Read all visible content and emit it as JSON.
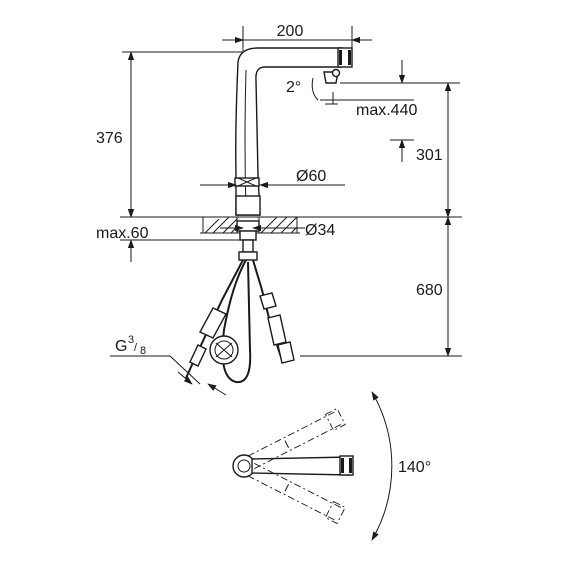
{
  "dimensions": {
    "reach": "200",
    "spout_angle": "2°",
    "max_pull_out": "max.440",
    "total_height": "376",
    "outlet_height": "301",
    "base_diameter": "Ø60",
    "max_deck_thickness": "max.60",
    "hole_diameter": "Ø34",
    "hose_length": "680",
    "connection_thread": "G",
    "connection_thread_fraction_num": "3",
    "connection_thread_fraction_den": "8",
    "swivel_angle": "140°"
  },
  "colors": {
    "line": "#1a1a1a",
    "background": "#ffffff"
  }
}
